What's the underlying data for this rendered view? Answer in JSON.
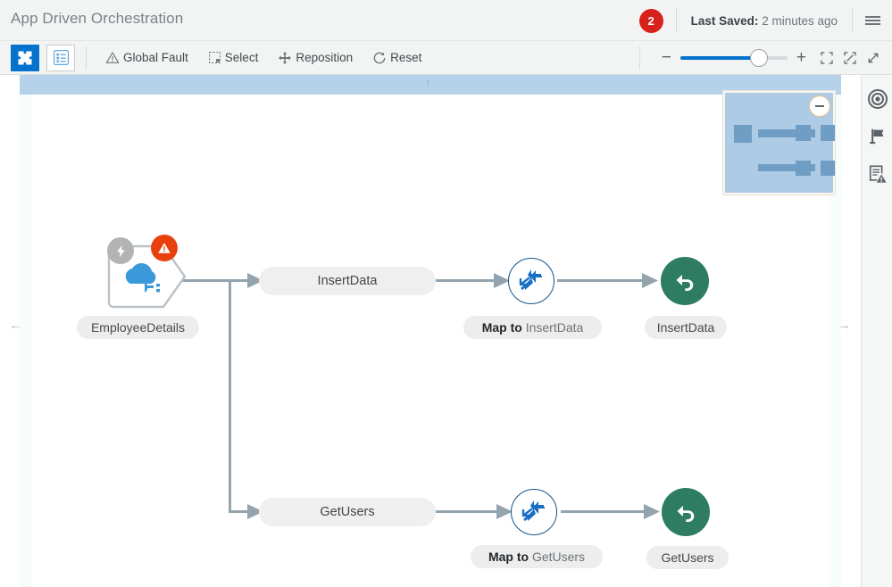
{
  "header": {
    "title": "App Driven Orchestration",
    "error_badge_count": "2",
    "saved_label": "Last Saved:",
    "saved_value": "2 minutes ago",
    "menu_icon": "hamburger-menu-icon",
    "badge_color": "#d8211a"
  },
  "toolbar": {
    "buttons": [
      {
        "name": "puzzle-view-button",
        "icon": "puzzle-icon",
        "active": true
      },
      {
        "name": "list-view-button",
        "icon": "list-icon",
        "active": false
      }
    ],
    "items": [
      {
        "label": "Global Fault",
        "icon": "warning-triangle-icon",
        "name": "global-fault-button"
      },
      {
        "label": "Select",
        "icon": "dashed-square-icon",
        "name": "select-button"
      },
      {
        "label": "Reposition",
        "icon": "move-arrows-icon",
        "name": "reposition-button"
      },
      {
        "label": "Reset",
        "icon": "reset-circular-arrow-icon",
        "name": "reset-button"
      }
    ],
    "zoom": {
      "minus_label": "−",
      "plus_label": "+",
      "value_percent": 65,
      "fit_screen_icon": "fit-screen-icon",
      "fit_content_icon": "fit-content-icon",
      "expand_icon": "expand-diagonal-icon",
      "accent_color": "#0572ce"
    }
  },
  "minimap": {
    "collapse_icon": "minus-collapse-icon",
    "background_color": "#aecbe6",
    "node_color": "#6f9dc4"
  },
  "canvas": {
    "scroll_up_icon": "scroll-up-arrow-icon",
    "scroll_left_icon": "scroll-left-arrow-icon",
    "scroll_right_icon": "scroll-right-arrow-icon",
    "trigger": {
      "label": "EmployeeDetails",
      "connector_icon": "cloud-plug-icon",
      "trigger_badge_icon": "lightning-bolt-icon",
      "fault_badge_icon": "warning-triangle-badge-icon"
    },
    "branches": [
      {
        "action_label": "InsertData",
        "map_prefix": "Map to",
        "map_target": "InsertData",
        "map_icon": "map-converging-arrows-icon",
        "invoke_label": "InsertData",
        "invoke_icon": "return-arrow-icon",
        "invoke_color": "#2e7d62"
      },
      {
        "action_label": "GetUsers",
        "map_prefix": "Map to",
        "map_target": "GetUsers",
        "map_icon": "map-converging-arrows-icon",
        "invoke_label": "GetUsers",
        "invoke_icon": "return-arrow-icon",
        "invoke_color": "#2e7d62"
      }
    ]
  },
  "rail": {
    "buttons": [
      {
        "name": "target-icon",
        "label": "target-concentric-icon"
      },
      {
        "name": "flag-icon",
        "label": "flag-icon"
      },
      {
        "name": "document-warning-icon",
        "label": "document-warning-icon"
      }
    ]
  }
}
